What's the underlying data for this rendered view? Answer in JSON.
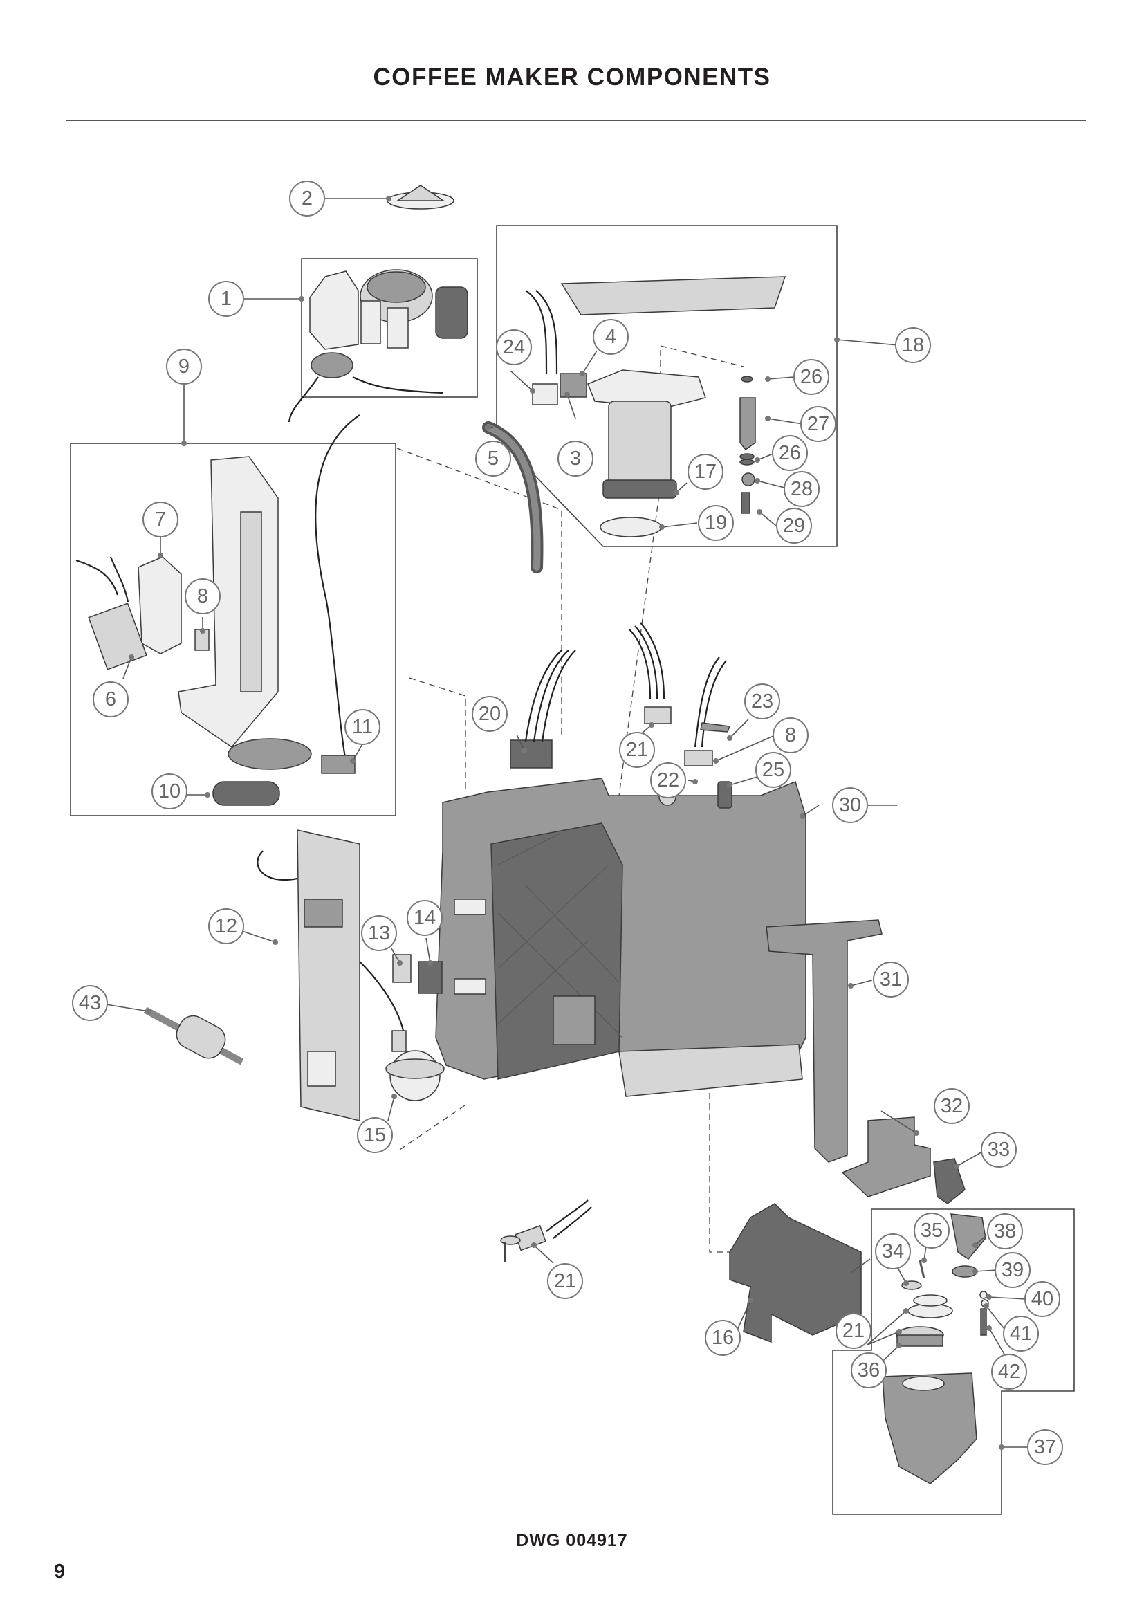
{
  "page": {
    "title": "COFFEE MAKER COMPONENTS",
    "drawing_number": "DWG 004917",
    "page_number": "9"
  },
  "callouts": [
    "1",
    "2",
    "3",
    "4",
    "5",
    "6",
    "7",
    "8",
    "9",
    "10",
    "11",
    "12",
    "13",
    "14",
    "15",
    "16",
    "17",
    "18",
    "19",
    "20",
    "21",
    "22",
    "23",
    "24",
    "25",
    "26",
    "27",
    "28",
    "29",
    "30",
    "31",
    "32",
    "33",
    "34",
    "35",
    "36",
    "37",
    "38",
    "39",
    "40",
    "41",
    "42",
    "43",
    "8",
    "21",
    "21",
    "26"
  ]
}
